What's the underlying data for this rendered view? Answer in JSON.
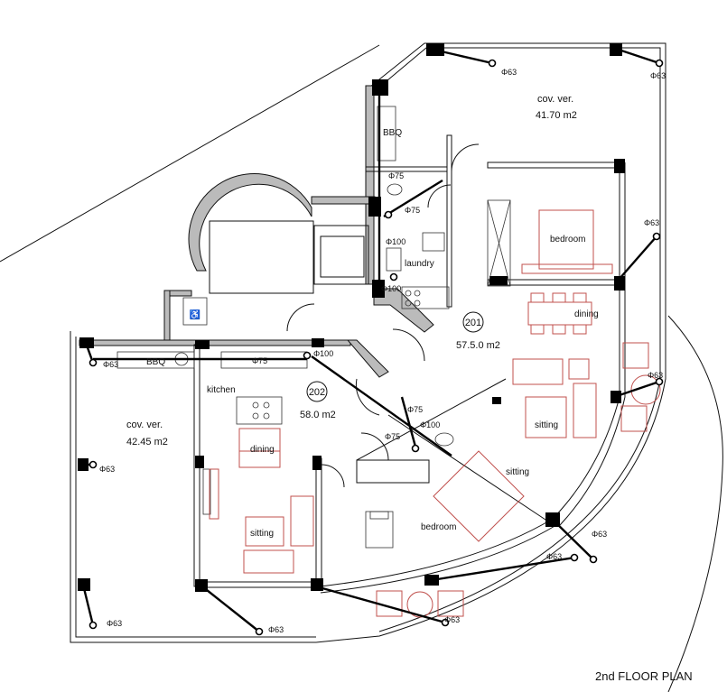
{
  "title": "2nd FLOOR PLAN",
  "apartments": [
    {
      "number": "201",
      "area": "57.5.0 m2"
    },
    {
      "number": "202",
      "area": "58.0 m2"
    }
  ],
  "covered_verandas": [
    {
      "label": "cov. ver.",
      "area": "41.70 m2"
    },
    {
      "label": "cov. ver.",
      "area": "42.45 m2"
    }
  ],
  "rooms": {
    "bbq_201": "BBQ",
    "laundry": "laundry",
    "bedroom_201": "bedroom",
    "dining_201": "dining",
    "sitting_201": "sitting",
    "sitting_balcony": "sitting",
    "bbq_202": "BBQ",
    "kitchen": "kitchen",
    "dining_202": "dining",
    "sitting_202": "sitting",
    "bedroom_202": "bedroom"
  },
  "pipes": {
    "d63": "Φ63",
    "d75": "Φ75",
    "d100": "Φ100"
  },
  "colors": {
    "walls": "#111111",
    "furniture": "#c0504d",
    "drains": "#000000"
  }
}
